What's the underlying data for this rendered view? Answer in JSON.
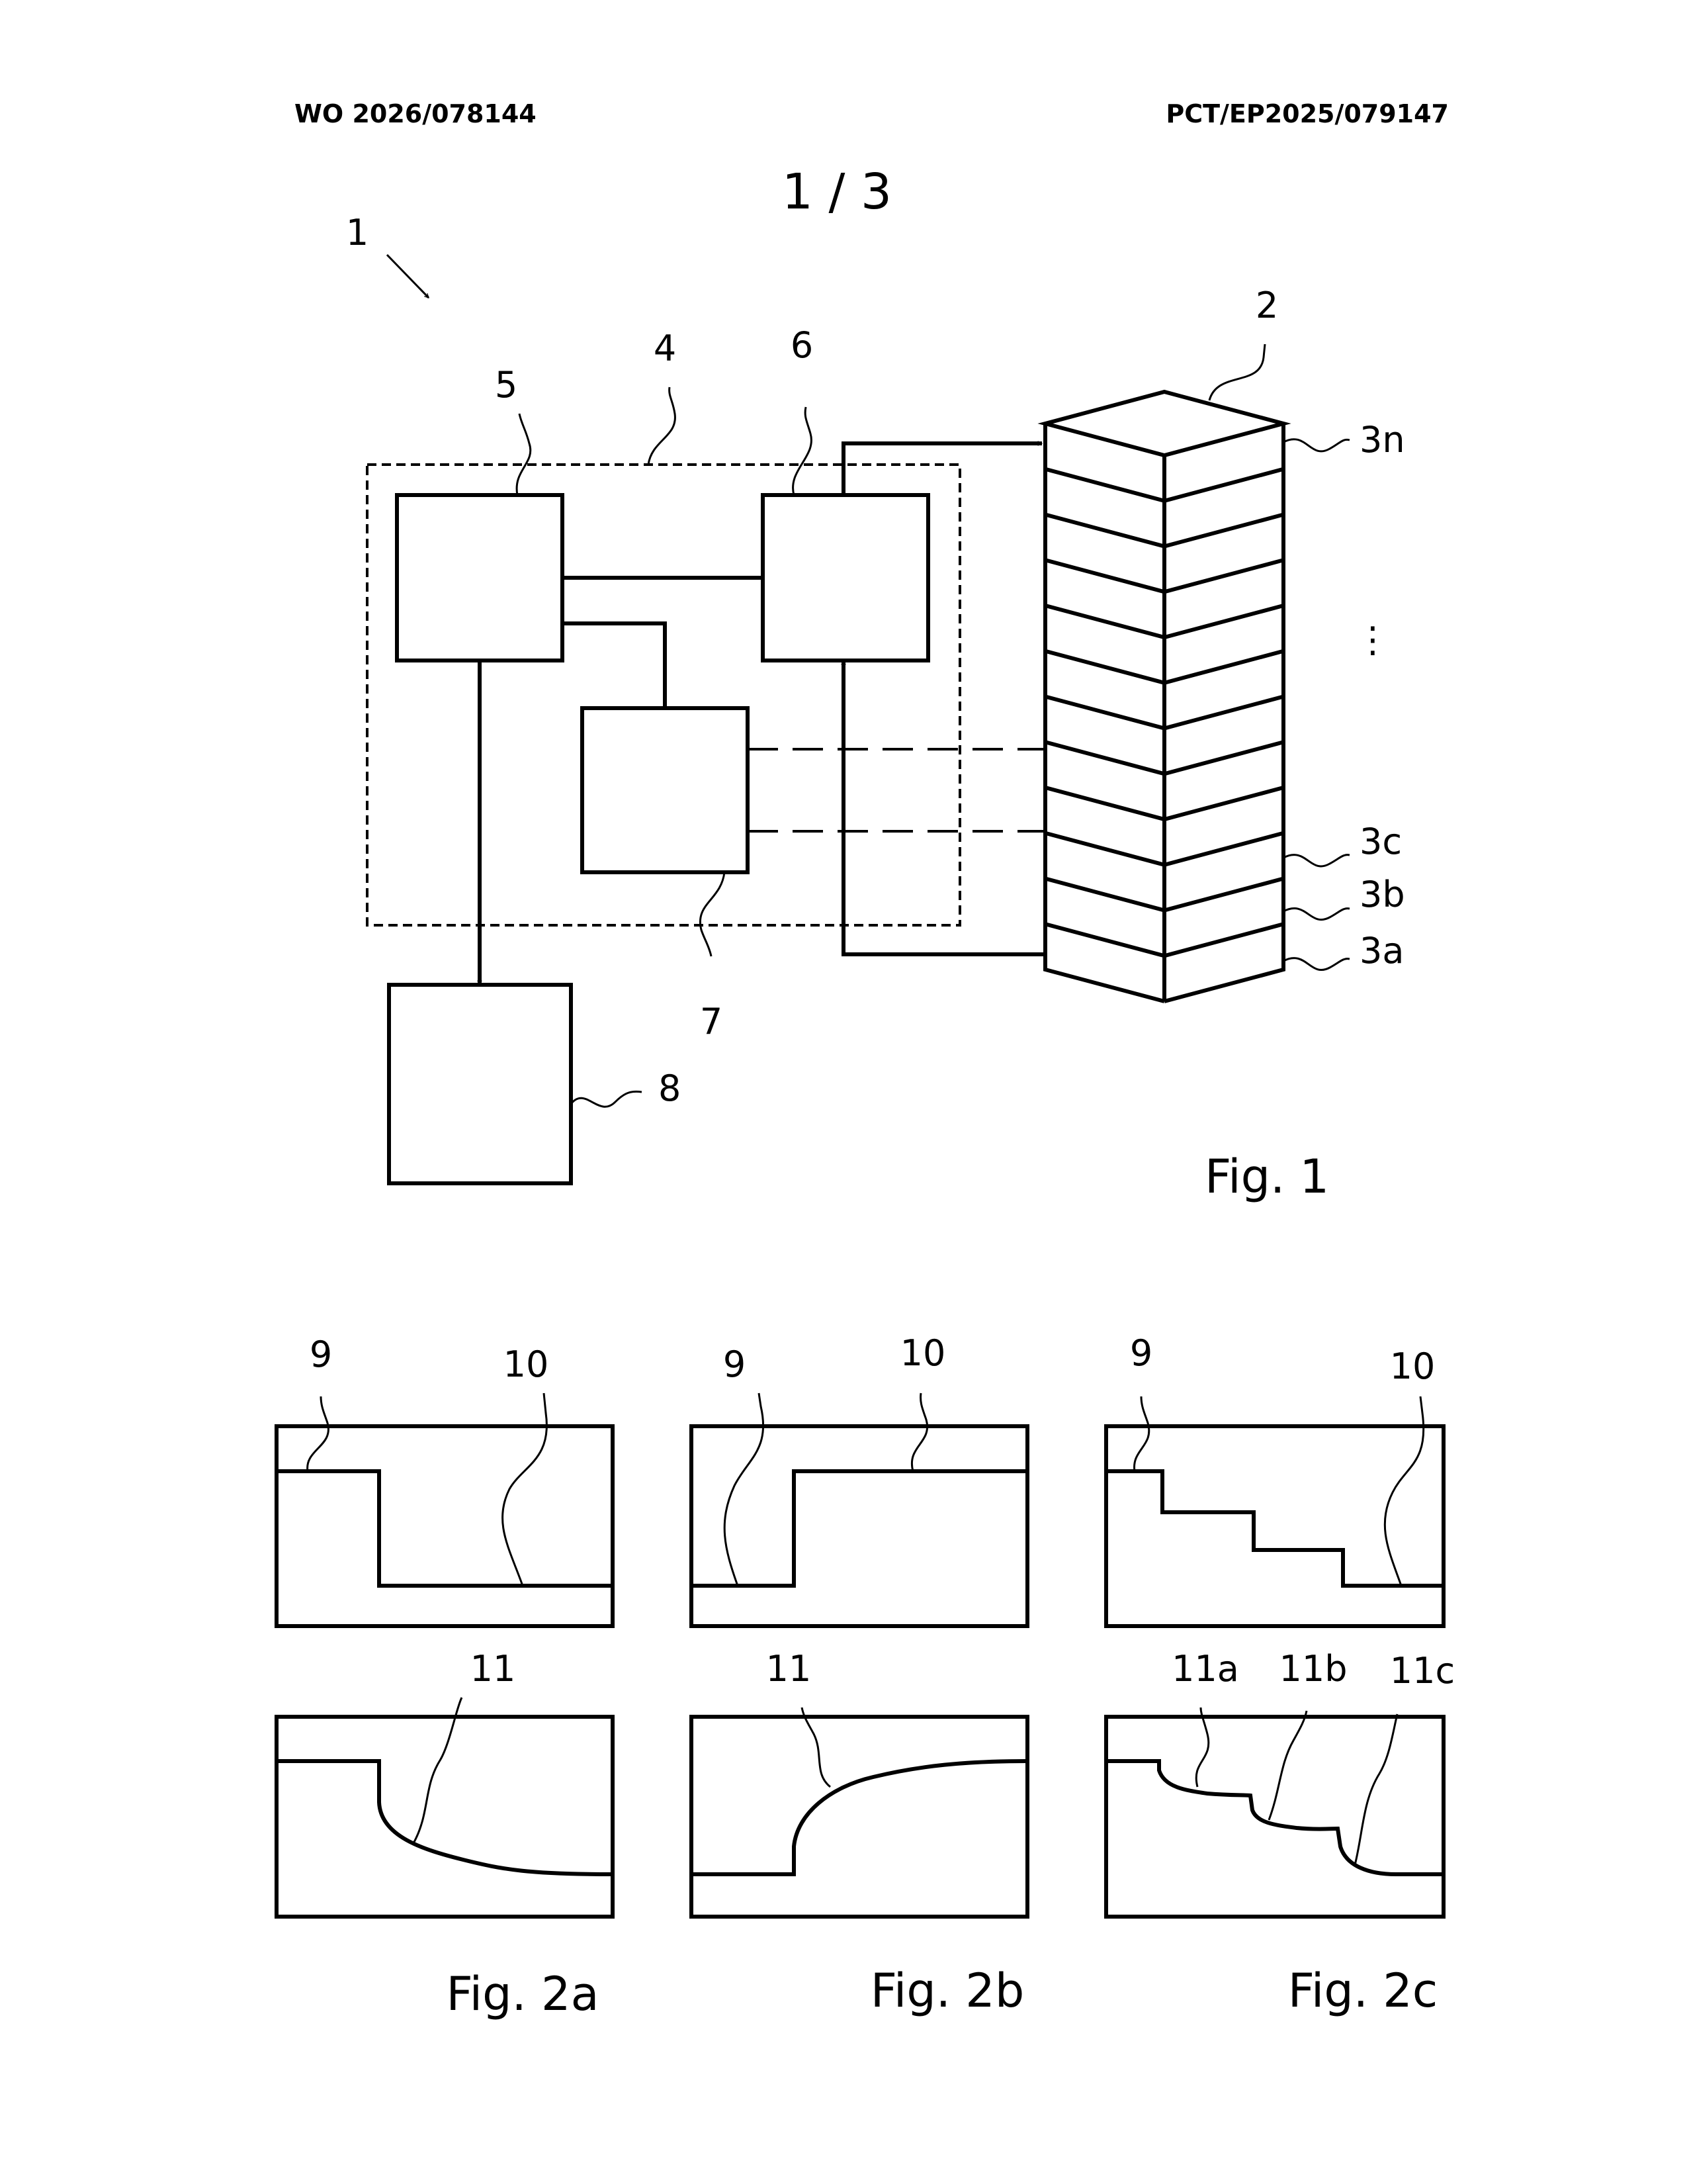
{
  "header": {
    "publication_number": "WO 2026/078144",
    "application_number": "PCT/EP2025/079147",
    "sheet": "1 / 3"
  },
  "figure1": {
    "caption": "Fig. 1",
    "refs": {
      "system": "1",
      "stack": "2",
      "cell_n": "3n",
      "cells_ellipsis": "⋮",
      "cell_c": "3c",
      "cell_b": "3b",
      "cell_a": "3a",
      "control_unit": "4",
      "block_5": "5",
      "block_6": "6",
      "block_7": "7",
      "block_8": "8"
    }
  },
  "figure2a": {
    "caption": "Fig. 2a",
    "refs": {
      "r9": "9",
      "r10": "10",
      "r11": "11"
    }
  },
  "figure2b": {
    "caption": "Fig. 2b",
    "refs": {
      "r9": "9",
      "r10": "10",
      "r11": "11"
    }
  },
  "figure2c": {
    "caption": "Fig. 2c",
    "refs": {
      "r9": "9",
      "r10": "10",
      "r11a": "11a",
      "r11b": "11b",
      "r11c": "11c"
    }
  }
}
